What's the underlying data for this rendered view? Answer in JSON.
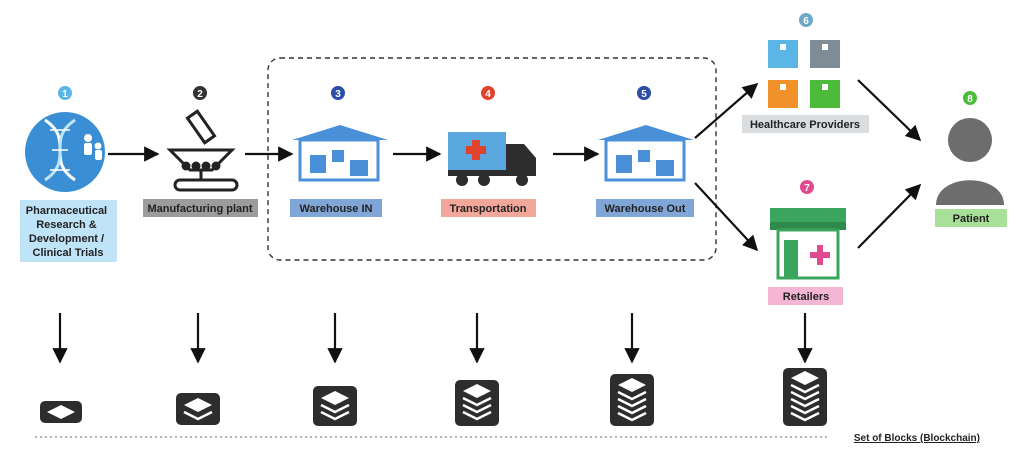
{
  "stages": [
    {
      "number": "1",
      "label_lines": [
        "Pharmaceutical",
        "Research &",
        "Development /",
        "Clinical Trials"
      ],
      "number_color": "#5bb6e6",
      "label_bg": "#bfe3f7"
    },
    {
      "number": "2",
      "label_lines": [
        "Manufacturing plant"
      ],
      "number_color": "#333333",
      "label_bg": "#9c9c9c"
    },
    {
      "number": "3",
      "label_lines": [
        "Warehouse IN"
      ],
      "number_color": "#2b4fa8",
      "label_bg": "#7fa6d6"
    },
    {
      "number": "4",
      "label_lines": [
        "Transportation"
      ],
      "number_color": "#e0422c",
      "label_bg": "#f2a79a"
    },
    {
      "number": "5",
      "label_lines": [
        "Warehouse Out"
      ],
      "number_color": "#2b4fa8",
      "label_bg": "#7fa6d6"
    },
    {
      "number": "6",
      "label_lines": [
        "Healthcare Providers"
      ],
      "number_color": "#6fa7c9",
      "label_bg": "#d9dde0"
    },
    {
      "number": "7",
      "label_lines": [
        "Retailers"
      ],
      "number_color": "#e04a8e",
      "label_bg": "#f4b6d2"
    },
    {
      "number": "8",
      "label_lines": [
        "Patient"
      ],
      "number_color": "#4cbb3a",
      "label_bg": "#a8e09a"
    }
  ],
  "footer_label": "Set of Blocks (Blockchain)",
  "colors": {
    "arrow": "#111111",
    "icon_blue": "#4a90d9",
    "icon_dark": "#2d2d2d",
    "patient_gray": "#6d6d6d",
    "shop_green": "#3aa55c",
    "cross_red": "#e0422c"
  }
}
